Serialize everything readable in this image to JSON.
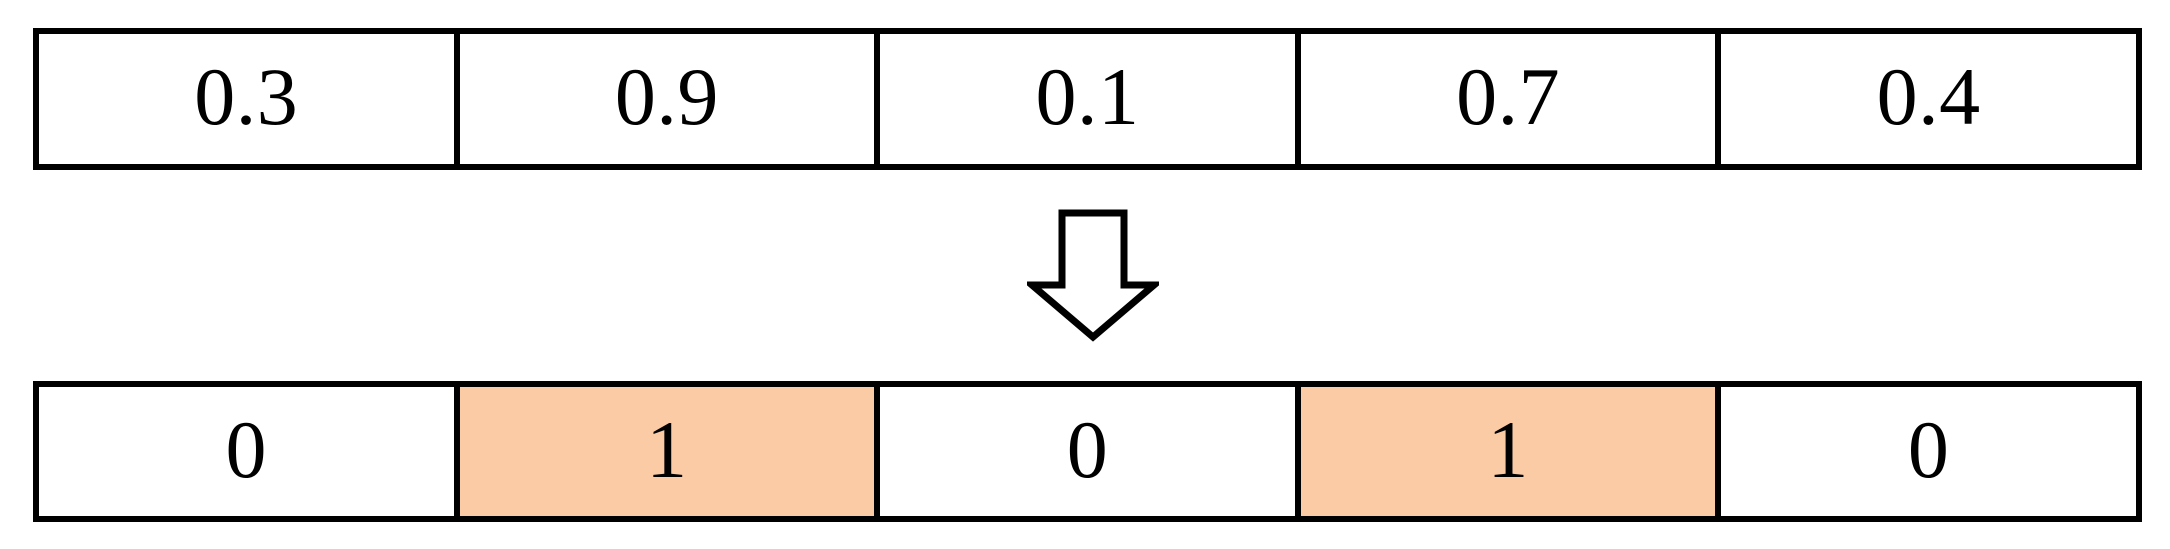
{
  "diagram": {
    "title": "Thresholding / binarization of a probability vector",
    "colors": {
      "background": "#ffffff",
      "border": "#000000",
      "text": "#000000",
      "highlight_fill": "#fbcba5"
    },
    "input_row": {
      "name": "probability-vector",
      "cells": [
        {
          "value": "0.3",
          "highlighted": false
        },
        {
          "value": "0.9",
          "highlighted": true
        },
        {
          "value": "0.1",
          "highlighted": false
        },
        {
          "value": "0.7",
          "highlighted": true
        },
        {
          "value": "0.4",
          "highlighted": false
        }
      ]
    },
    "arrow": {
      "name": "down-arrow-icon",
      "direction": "down",
      "style": "hollow-block-outline",
      "label": ""
    },
    "output_row": {
      "name": "binary-vector",
      "cells": [
        {
          "value": "0",
          "highlighted": false
        },
        {
          "value": "1",
          "highlighted": true
        },
        {
          "value": "0",
          "highlighted": false
        },
        {
          "value": "1",
          "highlighted": true
        },
        {
          "value": "0",
          "highlighted": false
        }
      ]
    }
  }
}
